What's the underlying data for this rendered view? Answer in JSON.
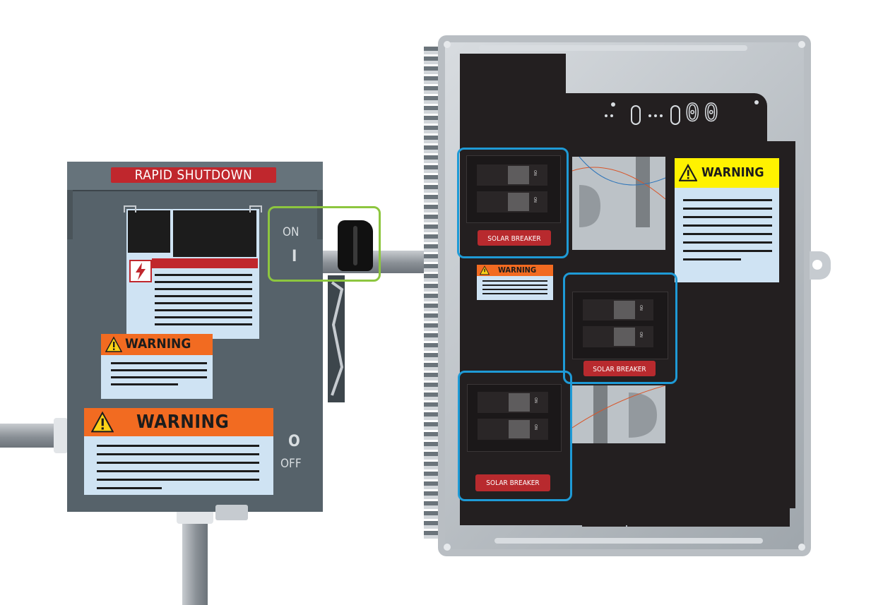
{
  "rapid_shutdown": {
    "title": "RAPID SHUTDOWN",
    "switch_on_label": "ON",
    "switch_on_symbol": "I",
    "switch_off_symbol": "O",
    "switch_off_label": "OFF",
    "small_warning": "WARNING",
    "large_warning": "WARNING"
  },
  "panel": {
    "meter_readout": "00",
    "right_warning": "WARNING",
    "small_warning": "WARNING",
    "breaker_on_mark": "ON",
    "breakers": [
      {
        "label": "SOLAR BREAKER"
      },
      {
        "label": "SOLAR BREAKER"
      },
      {
        "label": "SOLAR BREAKER"
      }
    ]
  },
  "colors": {
    "highlight_green": "#8dc63f",
    "highlight_blue": "#1e9ad6",
    "warning_orange": "#f26b21",
    "warning_yellow": "#fff200",
    "label_red": "#b82a2e",
    "box_gray": "#56626a"
  }
}
